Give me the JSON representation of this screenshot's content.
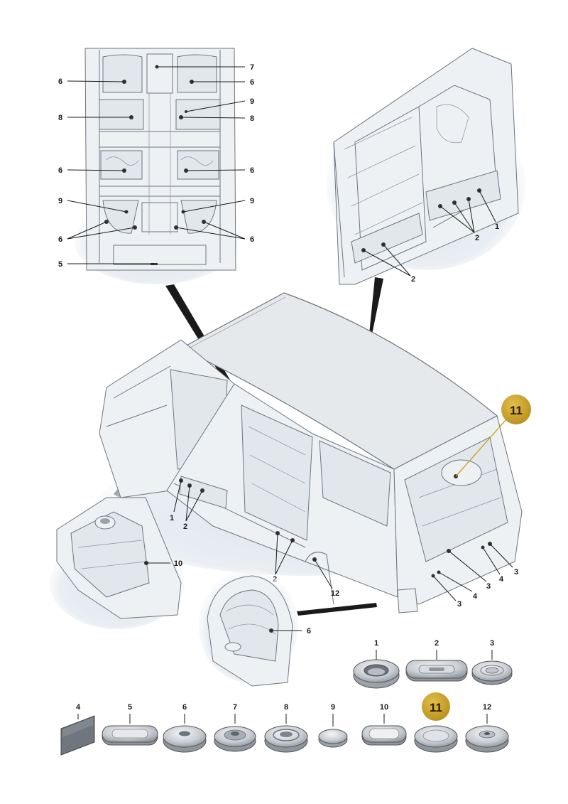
{
  "highlight": {
    "label": "11",
    "color": "#c9a227"
  },
  "callouts": {
    "floor": [
      "7",
      "6",
      "6",
      "9",
      "8",
      "8",
      "6",
      "6",
      "9",
      "9",
      "6",
      "6",
      "5"
    ],
    "sill_detail": [
      "1",
      "2",
      "2"
    ],
    "body": [
      "11",
      "1",
      "2",
      "2",
      "3",
      "4",
      "3",
      "4",
      "3",
      "12"
    ],
    "quarter_panel": [
      "10"
    ],
    "wheelhouse": [
      "6"
    ]
  },
  "parts_row1": [
    {
      "label": "1",
      "icon": "grommet-deep-icon"
    },
    {
      "label": "2",
      "icon": "oval-plug-slotted-icon"
    },
    {
      "label": "3",
      "icon": "round-plug-ribbed-icon"
    }
  ],
  "parts_row2": [
    {
      "label": "4",
      "icon": "adhesive-patch-icon"
    },
    {
      "label": "5",
      "icon": "oval-plug-icon"
    },
    {
      "label": "6",
      "icon": "round-plug-domed-icon"
    },
    {
      "label": "7",
      "icon": "round-plug-stepped-icon"
    },
    {
      "label": "8",
      "icon": "round-plug-ribbed-icon"
    },
    {
      "label": "9",
      "icon": "small-dome-plug-icon"
    },
    {
      "label": "10",
      "icon": "oval-plug-flat-icon"
    },
    {
      "label": "11",
      "icon": "round-plug-flat-icon"
    },
    {
      "label": "12",
      "icon": "round-plug-domed-icon"
    }
  ]
}
